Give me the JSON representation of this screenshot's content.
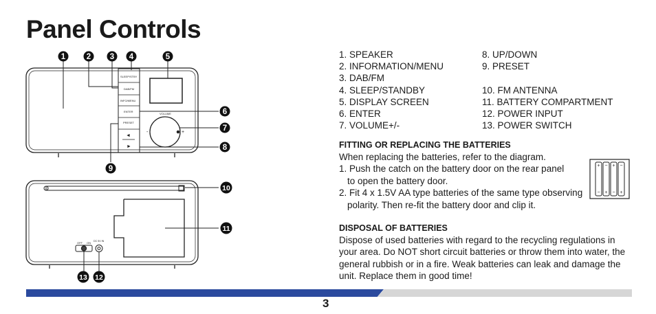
{
  "title": "Panel Controls",
  "diagram": {
    "callouts": [
      "1",
      "2",
      "3",
      "4",
      "5",
      "6",
      "7",
      "8",
      "9",
      "10",
      "11",
      "12",
      "13"
    ],
    "buttons": {
      "sleep": "SLEEP/STBY",
      "dabfm": "DAB/FM",
      "info": "INFO/MENU",
      "enter": "ENTER",
      "preset": "PRESET"
    },
    "volume_label": "VOLUME",
    "minus": "-",
    "plus": "+",
    "up_arrow": "◄",
    "down_arrow": "►",
    "switch_off": "OFF",
    "switch_on": "ON",
    "power_input": "DC 5V IN"
  },
  "controls_left": [
    "1. SPEAKER",
    "2. INFORMATION/MENU",
    "3. DAB/FM",
    "4. SLEEP/STANDBY",
    "5. DISPLAY SCREEN",
    "6. ENTER",
    "7. VOLUME+/-"
  ],
  "controls_right": [
    "8. UP/DOWN",
    "9. PRESET",
    "",
    "10. FM ANTENNA",
    "11. BATTERY COMPARTMENT",
    "12. POWER INPUT",
    "13. POWER SWITCH"
  ],
  "batteries": {
    "heading": "FITTING OR REPLACING THE BATTERIES",
    "intro": "When replacing the batteries, refer to the diagram.",
    "step1_a": "1. Push the catch on the battery door on the rear panel",
    "step1_b": "to open the battery door.",
    "step2_a": "2. Fit 4 x 1.5V AA type batteries of the same type observing",
    "step2_b": "polarity. Then re-fit the battery door and clip it.",
    "plus": "+",
    "minus": "−"
  },
  "disposal": {
    "heading": "DISPOSAL OF BATTERIES",
    "lines": [
      "Dispose of used batteries with regard to the recycling regulations in",
      "your area. Do NOT short circuit batteries or throw them into water, the",
      "general rubbish or in a fire. Weak batteries can leak and damage the",
      "unit. Replace them in good time!"
    ]
  },
  "footer": {
    "page_number": "3",
    "bar_color": "#2b4a9e",
    "bar_gray": "#d6d6d6"
  }
}
